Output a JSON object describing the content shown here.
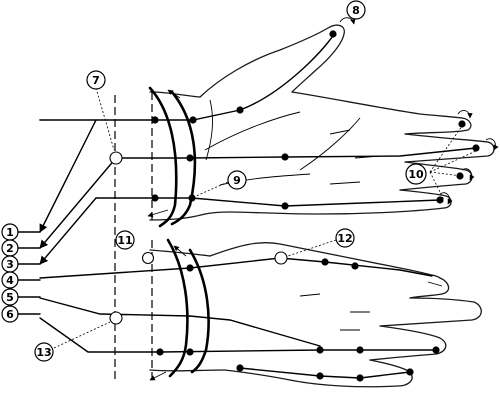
{
  "figure": {
    "left_legend": [
      "1",
      "2",
      "3",
      "4",
      "5",
      "6"
    ],
    "callouts": {
      "c7": "7",
      "c8": "8",
      "c9": "9",
      "c10": "10",
      "c11": "11",
      "c12": "12",
      "c13": "13"
    }
  }
}
